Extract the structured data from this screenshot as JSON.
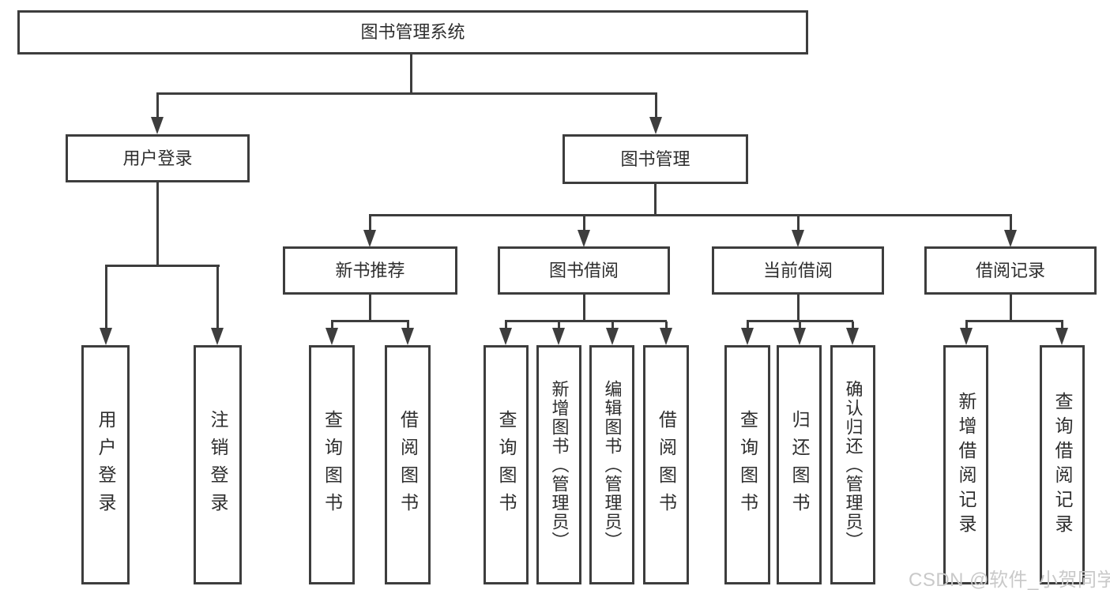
{
  "tree": {
    "label": "图书管理系统",
    "children": [
      {
        "label": "用户登录",
        "children": [
          {
            "label": "用户登录"
          },
          {
            "label": "注销登录"
          }
        ]
      },
      {
        "label": "图书管理",
        "children": [
          {
            "label": "新书推荐",
            "children": [
              {
                "label": "查询图书"
              },
              {
                "label": "借阅图书"
              }
            ]
          },
          {
            "label": "图书借阅",
            "children": [
              {
                "label": "查询图书"
              },
              {
                "label": "新增图书（管理员）"
              },
              {
                "label": "编辑图书（管理员）"
              },
              {
                "label": "借阅图书"
              }
            ]
          },
          {
            "label": "当前借阅",
            "children": [
              {
                "label": "查询图书"
              },
              {
                "label": "归还图书"
              },
              {
                "label": "确认归还（管理员）"
              }
            ]
          },
          {
            "label": "借阅记录",
            "children": [
              {
                "label": "新增借阅记录"
              },
              {
                "label": "查询借阅记录"
              }
            ]
          }
        ]
      }
    ]
  },
  "watermark": {
    "text": "CSDN @软件_小贺同学"
  },
  "colors": {
    "line": "#3d3d3d",
    "text": "#2e2e2e",
    "background": "#ffffff",
    "watermark": "#c9c9c9"
  }
}
